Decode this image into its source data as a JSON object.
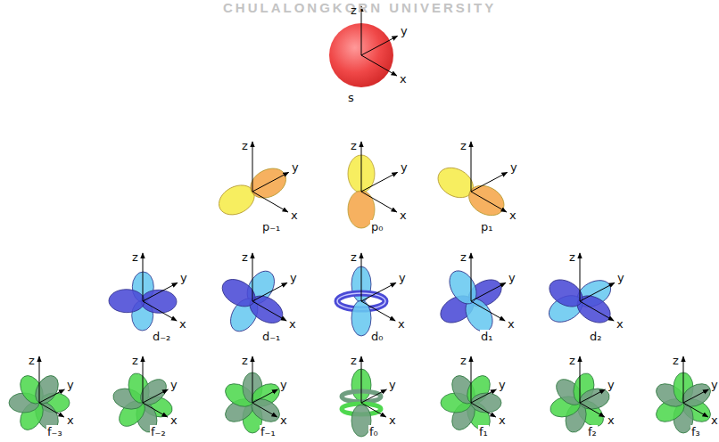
{
  "diagram": {
    "labels": [
      "CHULALONGKORN UNIVERSITY",
      "z",
      "y",
      "x",
      "s",
      "z",
      "y",
      "x",
      "p₋₁",
      "z",
      "y",
      "x",
      "p₀",
      "z",
      "y",
      "x",
      "p₁",
      "z",
      "y",
      "x",
      "d₋₂",
      "z",
      "y",
      "x",
      "d₋₁",
      "z",
      "y",
      "x",
      "d₀",
      "z",
      "y",
      "x",
      "d₁",
      "z",
      "y",
      "x",
      "d₂",
      "z",
      "y",
      "x",
      "f₋₃",
      "z",
      "y",
      "x",
      "f₋₂",
      "z",
      "y",
      "x",
      "f₋₁",
      "z",
      "y",
      "x",
      "f₀",
      "z",
      "y",
      "x",
      "f₁",
      "z",
      "y",
      "x",
      "f₂",
      "z",
      "y",
      "x",
      "f₃"
    ]
  }
}
